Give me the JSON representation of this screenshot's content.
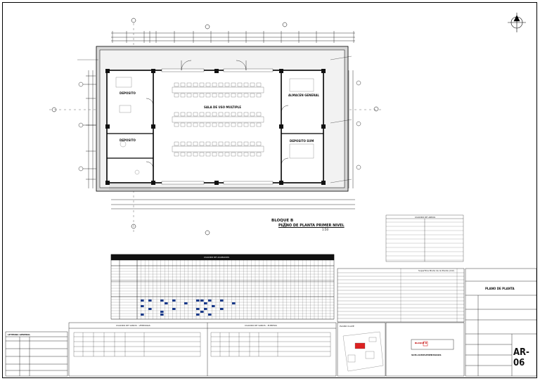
{
  "sheet": {
    "block": "BLOQUE B",
    "title": "PLANO DE PLANTA PRIMER NIVEL",
    "scale": "1:50",
    "number": "AR-06",
    "drawing_name": "PLANO DE PLANTA",
    "key_plan_label": "PLANO CLAVE",
    "key_plan_block": "BLOQUE B",
    "key_plan_tag": "SUM-COMPLEMENTARIOS"
  },
  "rooms": {
    "main_hall": "SALA DE USO MULTIPLE",
    "left_top": "DEPOSITO",
    "left_mid": "DEPOSITO",
    "right_top": "ALMACEN GENERAL",
    "right_bot": "DEPOSITO SUM"
  },
  "tables": {
    "legend_title": "LEYENDA GENERAL",
    "windows_title": "CUADRO DE VANOS - VENTANAS",
    "doors_title": "CUADRO DE VANOS - PUERTAS",
    "finishes_title": "CUADRO DE ACABADOS",
    "areas_title": "CUADRO DE AREAS",
    "area_header": "Superficie Bruta de la Planta (m2)"
  },
  "north": "N"
}
